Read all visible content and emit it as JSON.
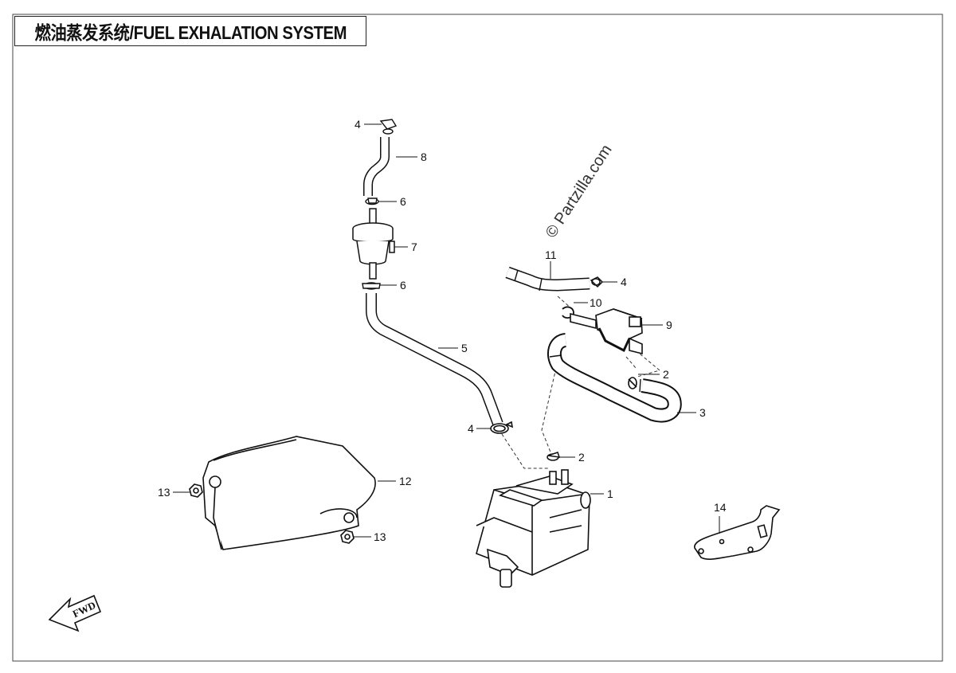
{
  "title": "燃油蒸发系统/FUEL EXHALATION SYSTEM",
  "watermark": "© Partzilla.com",
  "direction_label": "FWD",
  "callouts": {
    "c1": "1",
    "c2a": "2",
    "c2b": "2",
    "c3": "3",
    "c4a": "4",
    "c4b": "4",
    "c4c": "4",
    "c5": "5",
    "c6a": "6",
    "c6b": "6",
    "c7": "7",
    "c8": "8",
    "c9": "9",
    "c10": "10",
    "c11": "11",
    "c12": "12",
    "c13a": "13",
    "c13b": "13",
    "c14": "14"
  }
}
